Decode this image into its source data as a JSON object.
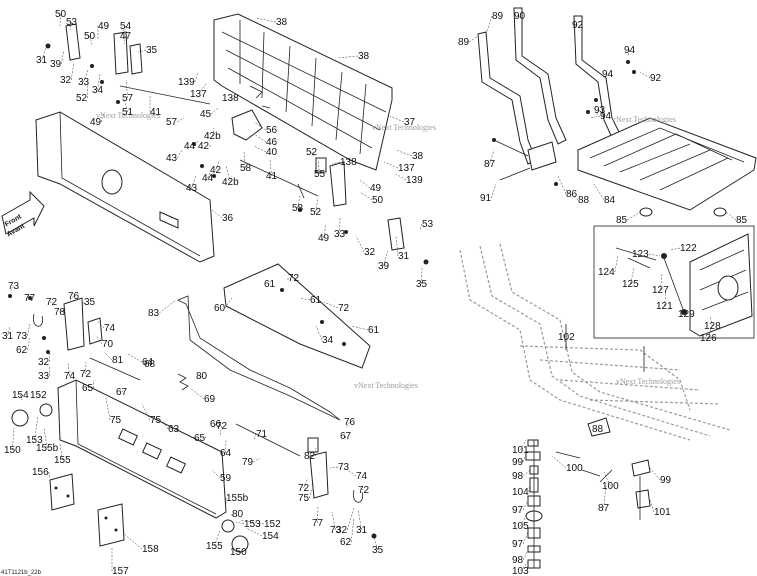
{
  "diagram": {
    "reference": "41T1121b_22b",
    "direction_marker": [
      "Front",
      "Avant"
    ],
    "watermarks": [
      "vNext Technologies",
      "vNext Technologies",
      "vNext Technologies",
      "vNext Technologies",
      "vNext Technologies"
    ],
    "callouts": [
      "50",
      "53",
      "49",
      "54",
      "50",
      "47",
      "35",
      "31",
      "39",
      "32",
      "33",
      "34",
      "52",
      "57",
      "51",
      "41",
      "38",
      "38",
      "139",
      "137",
      "138",
      "45",
      "57",
      "49",
      "42b",
      "56",
      "46",
      "40",
      "44",
      "42",
      "43",
      "44",
      "42",
      "43",
      "42b",
      "58",
      "41",
      "52",
      "55",
      "138",
      "49",
      "50",
      "137",
      "139",
      "37",
      "38",
      "58",
      "52",
      "49",
      "33",
      "32",
      "39",
      "31",
      "53",
      "35",
      "36",
      "89",
      "90",
      "89",
      "92",
      "94",
      "94",
      "92",
      "93",
      "94",
      "87",
      "91",
      "86",
      "88",
      "84",
      "85",
      "85",
      "123",
      "122",
      "124",
      "125",
      "127",
      "121",
      "129",
      "128",
      "126",
      "73",
      "77",
      "72",
      "76",
      "35",
      "31",
      "73",
      "78",
      "74",
      "62",
      "70",
      "32",
      "33",
      "74",
      "81",
      "64",
      "68",
      "72",
      "65",
      "75",
      "67",
      "154",
      "152",
      "75",
      "63",
      "153",
      "150",
      "155b",
      "155",
      "61",
      "72",
      "60",
      "61",
      "72",
      "83",
      "34",
      "61",
      "80",
      "69",
      "66",
      "72",
      "76",
      "67",
      "65",
      "64",
      "71",
      "82",
      "79",
      "73",
      "74",
      "72",
      "75",
      "77",
      "73",
      "156",
      "59",
      "155b",
      "80",
      "153",
      "152",
      "154",
      "155",
      "150",
      "72",
      "32",
      "62",
      "31",
      "35",
      "158",
      "157",
      "102",
      "101",
      "99",
      "98",
      "104",
      "97",
      "105",
      "97",
      "98",
      "103",
      "88",
      "100",
      "100",
      "99",
      "87",
      "101"
    ]
  }
}
